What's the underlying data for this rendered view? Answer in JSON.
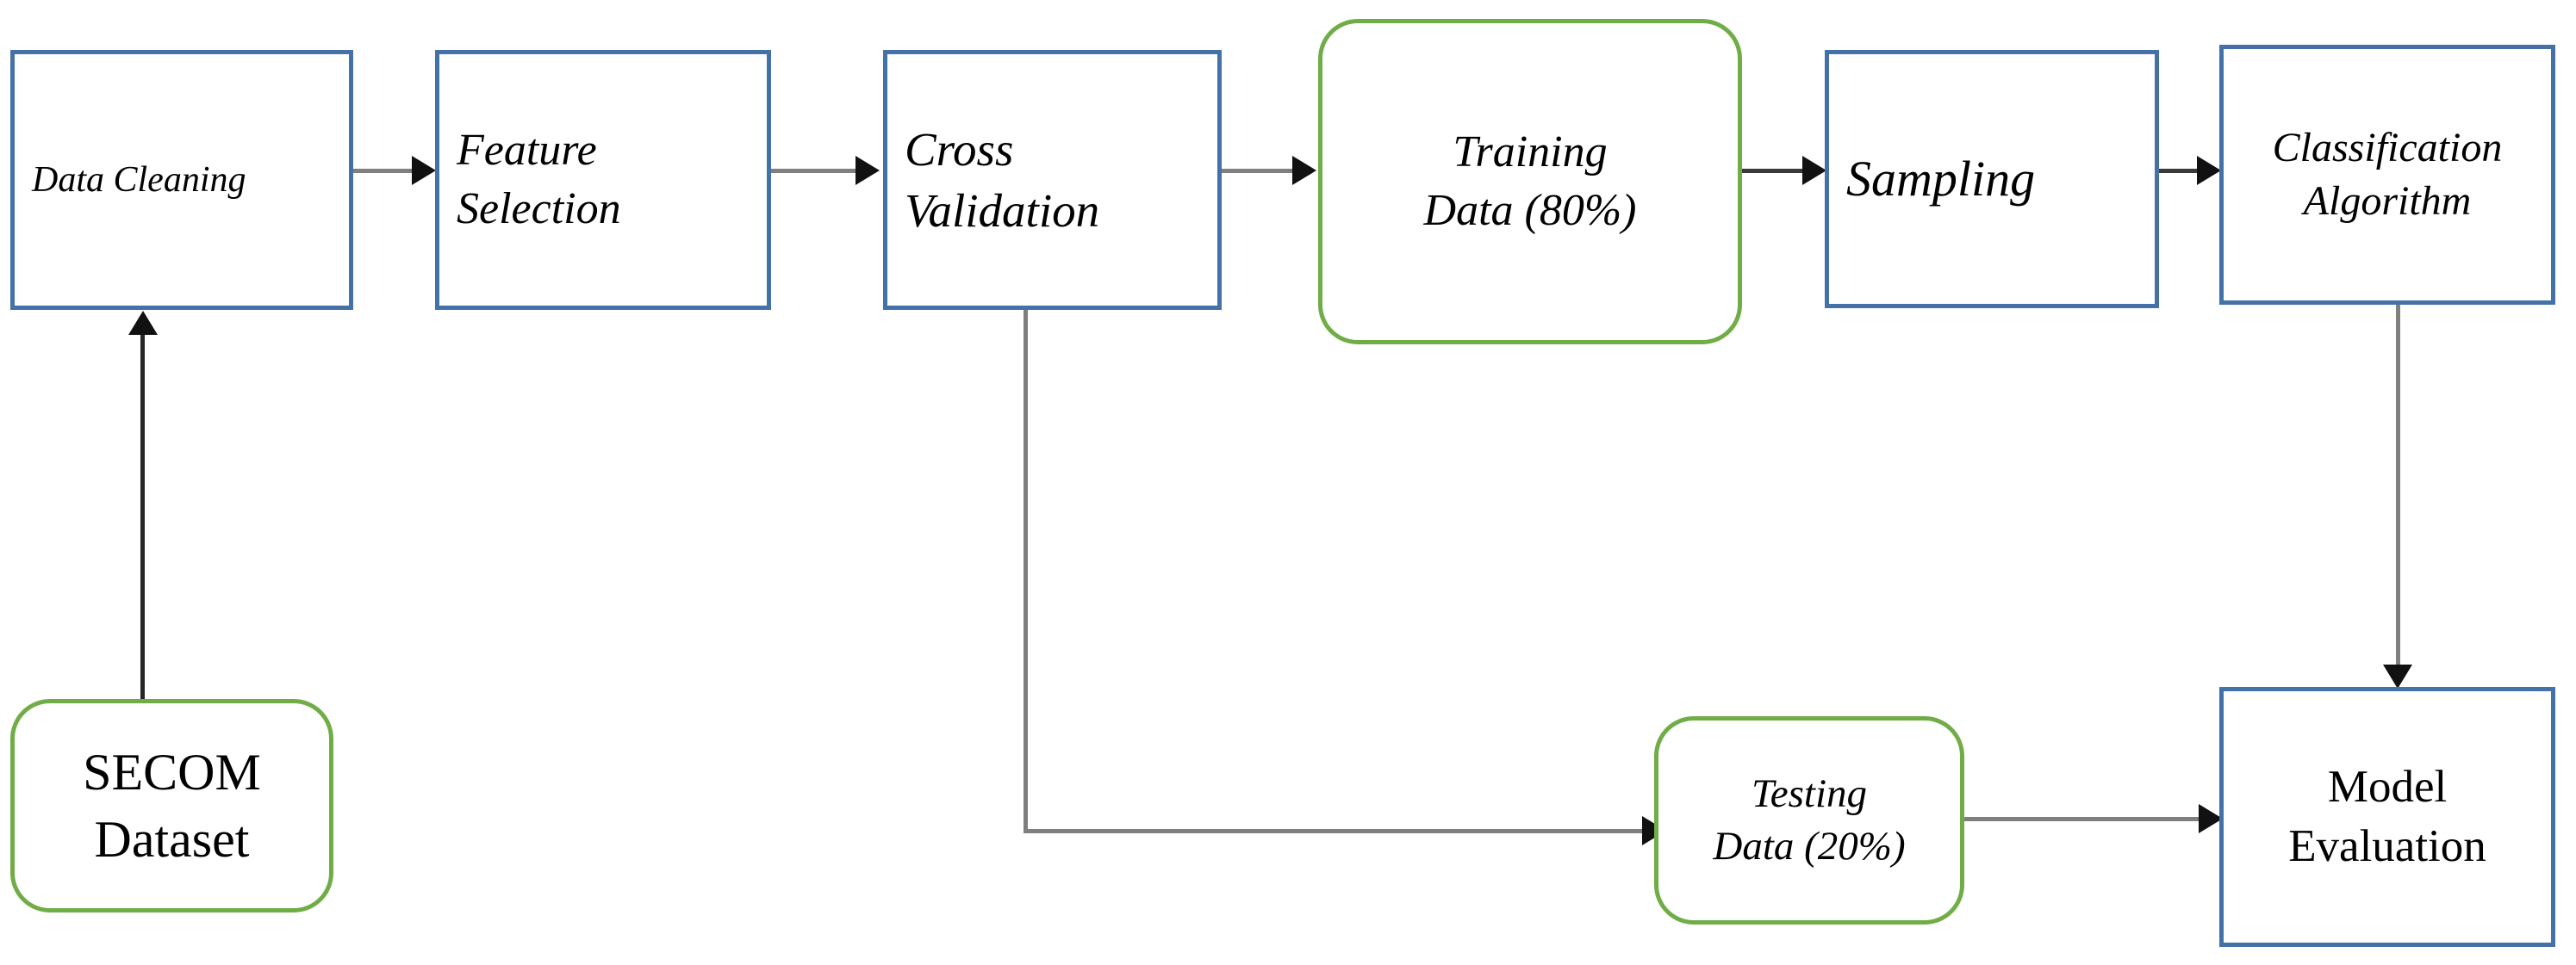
{
  "diagram": {
    "title": "SECOM machine learning pipeline flowchart",
    "colors": {
      "process_border": "#4472a8",
      "data_border": "#70ad47",
      "connector": "#7f7f7f",
      "arrowhead": "#111111",
      "background": "#ffffff",
      "text": "#000000"
    },
    "nodes": [
      {
        "id": "data-cleaning",
        "label": "Data Cleaning",
        "shape": "rect",
        "style": "italic",
        "align": "left"
      },
      {
        "id": "feature-selection",
        "label": "Feature\nSelection",
        "shape": "rect",
        "style": "italic",
        "align": "left"
      },
      {
        "id": "cross-validation",
        "label": "Cross\nValidation",
        "shape": "rect",
        "style": "italic",
        "align": "left"
      },
      {
        "id": "training-data",
        "label": "Training\nData (80%)",
        "shape": "round",
        "style": "italic",
        "align": "center"
      },
      {
        "id": "sampling",
        "label": "Sampling",
        "shape": "rect",
        "style": "italic",
        "align": "left"
      },
      {
        "id": "classification-algorithm",
        "label": "Classification\nAlgorithm",
        "shape": "rect",
        "style": "italic",
        "align": "center"
      },
      {
        "id": "secom-dataset",
        "label": "SECOM\nDataset",
        "shape": "round",
        "style": "plain",
        "align": "center"
      },
      {
        "id": "testing-data",
        "label": "Testing\nData (20%)",
        "shape": "round",
        "style": "italic",
        "align": "center"
      },
      {
        "id": "model-evaluation",
        "label": "Model\nEvaluation",
        "shape": "rect",
        "style": "plain",
        "align": "center"
      }
    ],
    "edges": [
      {
        "id": "secom-to-data-cleaning",
        "from": "secom-dataset",
        "to": "data-cleaning",
        "direction": "up"
      },
      {
        "id": "data-cleaning-to-feature-selection",
        "from": "data-cleaning",
        "to": "feature-selection",
        "direction": "right"
      },
      {
        "id": "feature-selection-to-cross-validation",
        "from": "feature-selection",
        "to": "cross-validation",
        "direction": "right"
      },
      {
        "id": "cross-validation-to-training-data",
        "from": "cross-validation",
        "to": "training-data",
        "direction": "right"
      },
      {
        "id": "training-data-to-sampling",
        "from": "training-data",
        "to": "sampling",
        "direction": "right"
      },
      {
        "id": "sampling-to-classification-algorithm",
        "from": "sampling",
        "to": "classification-algorithm",
        "direction": "right"
      },
      {
        "id": "classification-to-model-evaluation",
        "from": "classification-algorithm",
        "to": "model-evaluation",
        "direction": "down"
      },
      {
        "id": "cross-validation-to-testing-data",
        "from": "cross-validation",
        "to": "testing-data",
        "direction": "elbow-down-right"
      },
      {
        "id": "testing-data-to-model-evaluation",
        "from": "testing-data",
        "to": "model-evaluation",
        "direction": "right"
      }
    ]
  }
}
